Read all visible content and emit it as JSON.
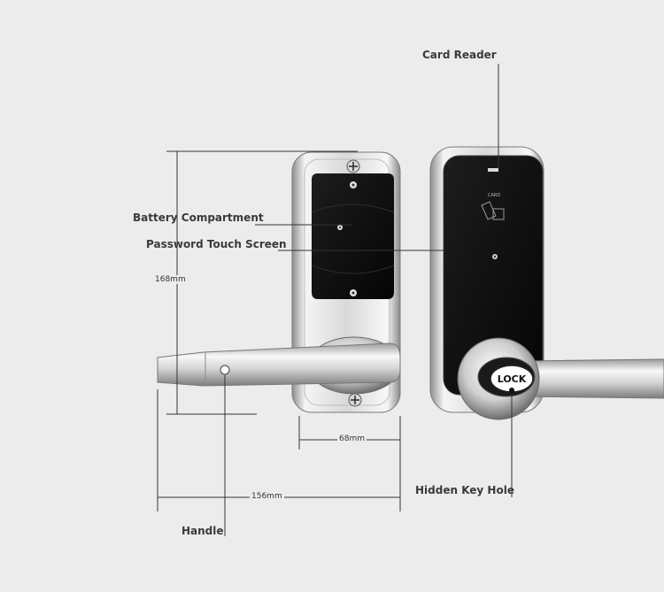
{
  "labels": {
    "card_reader": "Card Reader",
    "battery_compartment": "Battery Compartment",
    "password_touch_screen": "Password Touch Screen",
    "hidden_key_hole": "Hidden Key Hole",
    "handle": "Handle"
  },
  "dimensions": {
    "height": "168mm",
    "width_body": "68mm",
    "width_total": "156mm"
  },
  "device": {
    "card_text": "CARD",
    "lock_text": "LOCK"
  },
  "colors": {
    "background": "#ececec",
    "chrome_light": "#f4f4f4",
    "chrome_dark": "#9a9a9a",
    "panel_black": "#111111",
    "line": "#333333"
  }
}
